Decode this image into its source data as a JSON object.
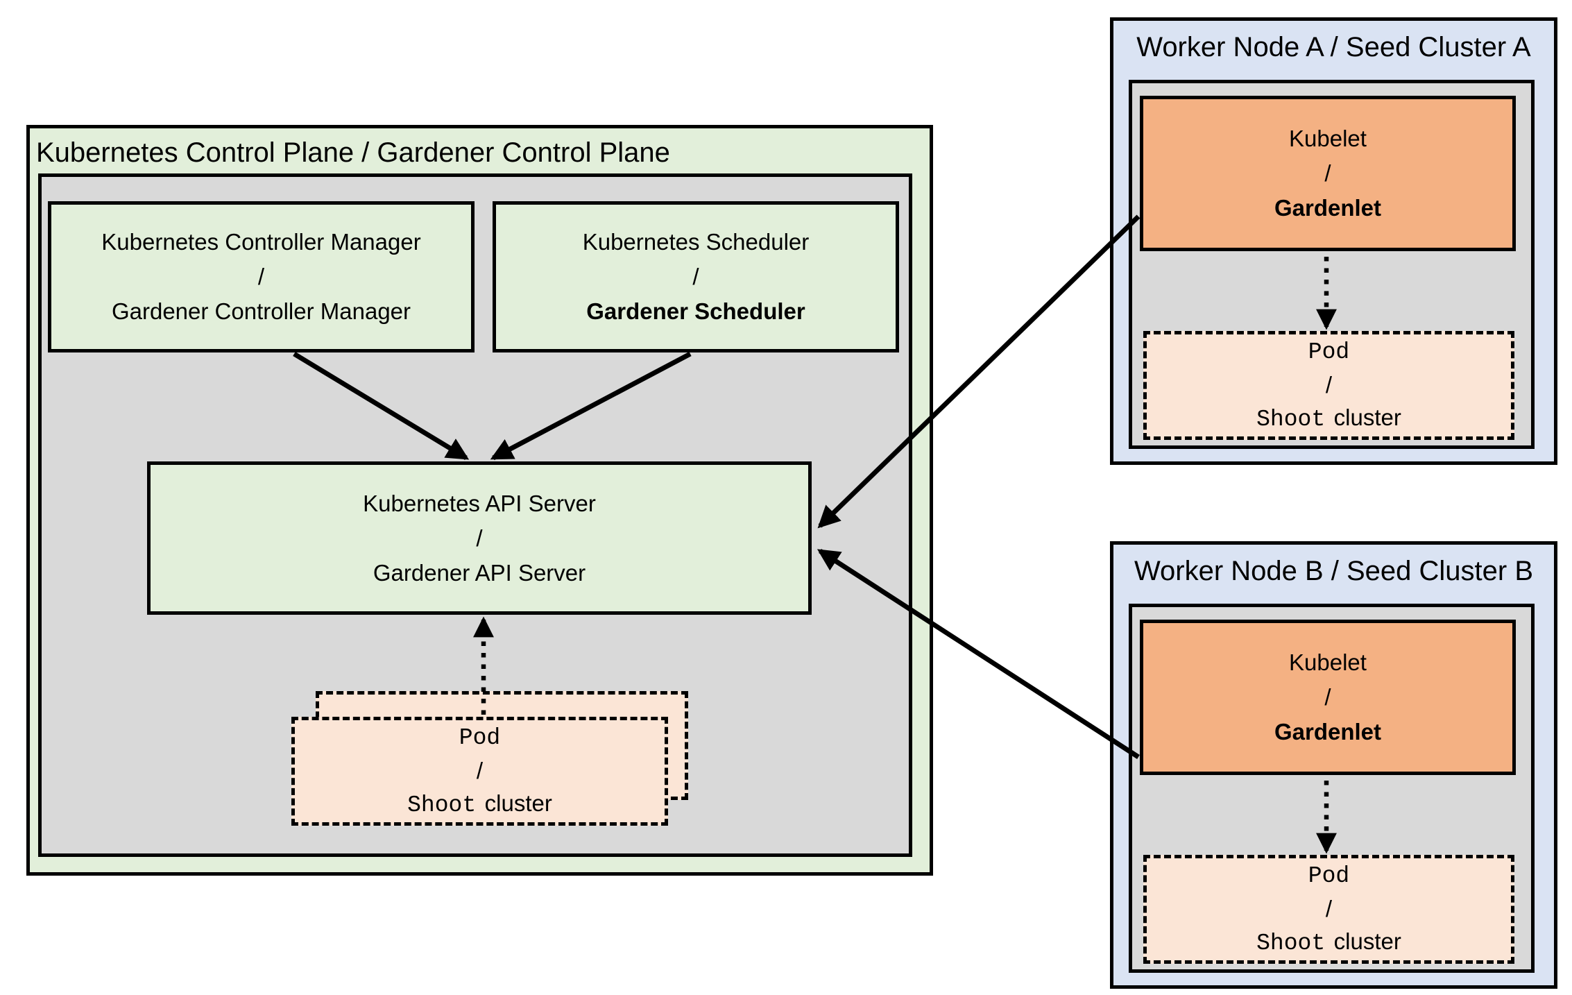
{
  "colors": {
    "canvas-bg": "#ffffff",
    "green-light": "#e2efda",
    "gray-fill": "#d9d9d9",
    "blue-light": "#dae3f3",
    "orange-fill": "#f4b183",
    "peach-fill": "#fbe5d6",
    "line-black": "#000000"
  },
  "control_plane": {
    "title": "Kubernetes Control Plane / Gardener Control Plane",
    "controller_manager": {
      "line1": "Kubernetes Controller Manager",
      "slash": "/",
      "line2": "Gardener Controller Manager"
    },
    "scheduler": {
      "line1": "Kubernetes Scheduler",
      "slash": "/",
      "line2": "Gardener Scheduler"
    },
    "api_server": {
      "line1": "Kubernetes API Server",
      "slash": "/",
      "line2": "Gardener API Server"
    },
    "pod_stack": {
      "line1": "Pod",
      "slash": "/",
      "line2_mono": "Shoot",
      "line2_plain": "cluster"
    }
  },
  "worker_a": {
    "title": "Worker Node A / Seed Cluster A",
    "kubelet": {
      "line1": "Kubelet",
      "slash": "/",
      "line2": "Gardenlet"
    },
    "pod": {
      "line1": "Pod",
      "slash": "/",
      "line2_mono": "Shoot",
      "line2_plain": "cluster"
    }
  },
  "worker_b": {
    "title": "Worker Node B / Seed Cluster B",
    "kubelet": {
      "line1": "Kubelet",
      "slash": "/",
      "line2": "Gardenlet"
    },
    "pod": {
      "line1": "Pod",
      "slash": "/",
      "line2_mono": "Shoot",
      "line2_plain": "cluster"
    }
  }
}
